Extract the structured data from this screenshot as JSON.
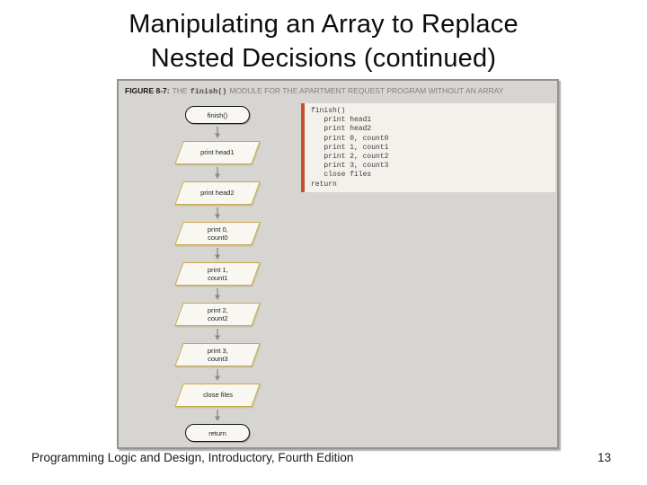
{
  "slide": {
    "title_line1": "Manipulating an Array to Replace",
    "title_line2": "Nested Decisions (continued)",
    "footer": "Programming Logic and Design, Introductory, Fourth Edition",
    "page_number": "13"
  },
  "figure": {
    "label": "FIGURE 8-7:",
    "caption_pre": "THE",
    "caption_code": "finish()",
    "caption_post": "MODULE FOR THE APARTMENT REQUEST PROGRAM WITHOUT AN ARRAY",
    "flowchart": {
      "nodes": [
        {
          "type": "terminator",
          "label": "finish()"
        },
        {
          "type": "io",
          "label": "print head1"
        },
        {
          "type": "io",
          "label": "print head2"
        },
        {
          "type": "io",
          "label": "print 0,\ncount0"
        },
        {
          "type": "io",
          "label": "print 1,\ncount1"
        },
        {
          "type": "io",
          "label": "print 2,\ncount2"
        },
        {
          "type": "io",
          "label": "print 3,\ncount3"
        },
        {
          "type": "io",
          "label": "close files"
        },
        {
          "type": "terminator",
          "label": "return"
        }
      ]
    },
    "code": "finish()\n   print head1\n   print head2\n   print 0, count0\n   print 1, count1\n   print 2, count2\n   print 3, count3\n   close files\nreturn",
    "colors": {
      "panel_bg": "#d7d5d1",
      "panel_border": "#96938e",
      "code_bg": "#f2f1ec",
      "code_accent_bar": "#c85327",
      "io_border": "#c9a849",
      "io_fill": "#f8f7f2",
      "terminator_border": "#151515",
      "arrow": "#8a8a8a"
    }
  }
}
